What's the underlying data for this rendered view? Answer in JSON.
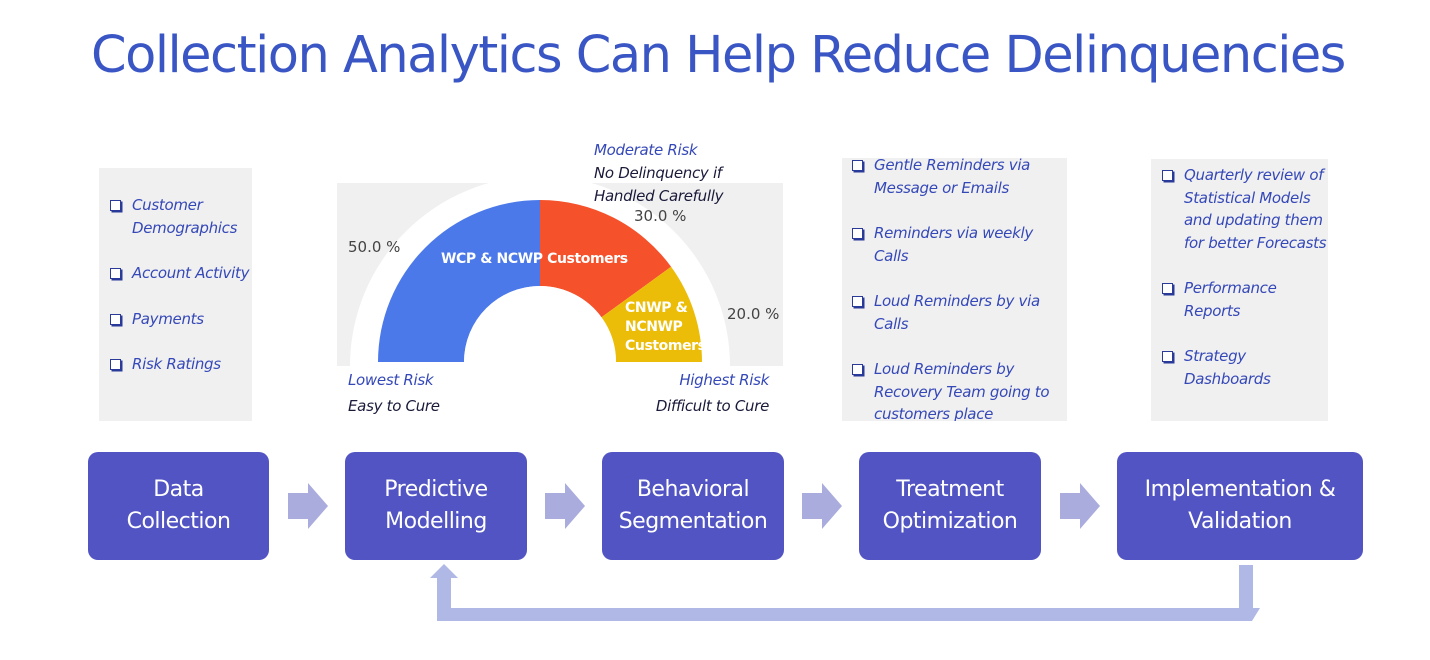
{
  "title": "Collection Analytics Can Help Reduce Delinquencies",
  "colors": {
    "title": "#3a56c5",
    "step_box": "#5154c2",
    "arrow": "#a9acdc",
    "loop": "#b0b9e6",
    "panel_bg": "#f0f0f0",
    "bullet_text": "#3548b8",
    "gauge_blue": "#4b79ea",
    "gauge_red": "#f5512b",
    "gauge_yellow": "#ecbd08"
  },
  "panels": {
    "data_collection": {
      "items": [
        "Customer Demographics",
        "Account Activity",
        "Payments",
        "Risk Ratings"
      ]
    },
    "treatment": {
      "items": [
        "Gentle Reminders via Message or Emails",
        "Reminders via weekly Calls",
        "Loud Reminders by via Calls",
        "Loud Reminders by Recovery Team going to customers place"
      ]
    },
    "implementation": {
      "items": [
        "Quarterly review of Statistical Models and updating them for better Forecasts",
        "Performance Reports",
        "Strategy Dashboards"
      ]
    }
  },
  "gauge": {
    "moderate": {
      "risk": "Moderate Risk",
      "line1": "No Delinquency if",
      "line2": "Handled Carefully"
    },
    "lowest": {
      "risk": "Lowest Risk",
      "desc": "Easy to Cure"
    },
    "highest": {
      "risk": "Highest Risk",
      "desc": "Difficult to Cure"
    },
    "labels": {
      "wcp": "WCP & NCWP Customers",
      "cnwp_1": "CNWP &",
      "cnwp_2": "NCNWP",
      "cnwp_3": "Customers"
    },
    "pct": {
      "blue": "50.0 %",
      "red": "30.0 %",
      "yellow": "20.0 %"
    }
  },
  "chart_data": {
    "type": "pie",
    "subtype": "semi-donut gauge",
    "title": "",
    "categories": [
      "Lowest Risk (Easy to Cure)",
      "Moderate Risk (No Delinquency if Handled Carefully)",
      "Highest Risk (Difficult to Cure)"
    ],
    "values": [
      50.0,
      30.0,
      20.0
    ],
    "value_labels": [
      "50.0 %",
      "30.0 %",
      "20.0 %"
    ],
    "segment_labels": [
      "WCP & NCWP Customers",
      "WCP & NCWP Customers",
      "CNWP & NCNWP Customers"
    ],
    "colors": [
      "#4b79ea",
      "#f5512b",
      "#ecbd08"
    ],
    "legend": "none"
  },
  "steps": [
    {
      "label": "Data\nCollection"
    },
    {
      "label": "Predictive\nModelling"
    },
    {
      "label": "Behavioral\nSegmentation"
    },
    {
      "label": "Treatment\nOptimization"
    },
    {
      "label": "Implementation &\nValidation"
    }
  ]
}
